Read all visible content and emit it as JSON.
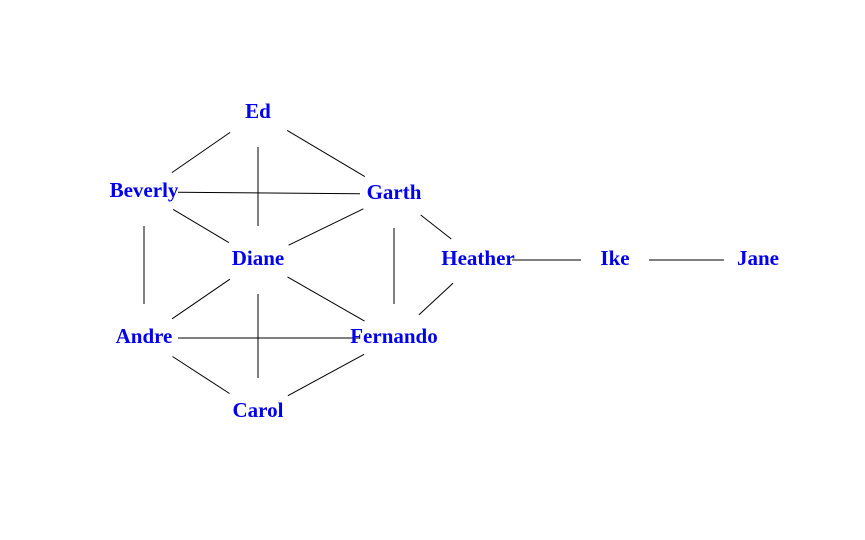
{
  "diagram": {
    "type": "network",
    "label_color": "#0000ee",
    "edge_color": "#000000",
    "nodes": [
      {
        "id": "ed",
        "label": "Ed"
      },
      {
        "id": "beverly",
        "label": "Beverly"
      },
      {
        "id": "garth",
        "label": "Garth"
      },
      {
        "id": "diane",
        "label": "Diane"
      },
      {
        "id": "heather",
        "label": "Heather"
      },
      {
        "id": "ike",
        "label": "Ike"
      },
      {
        "id": "jane",
        "label": "Jane"
      },
      {
        "id": "andre",
        "label": "Andre"
      },
      {
        "id": "fernando",
        "label": "Fernando"
      },
      {
        "id": "carol",
        "label": "Carol"
      }
    ],
    "edges": [
      [
        "ed",
        "beverly"
      ],
      [
        "ed",
        "garth"
      ],
      [
        "ed",
        "diane"
      ],
      [
        "beverly",
        "garth"
      ],
      [
        "beverly",
        "diane"
      ],
      [
        "beverly",
        "andre"
      ],
      [
        "garth",
        "diane"
      ],
      [
        "garth",
        "heather"
      ],
      [
        "garth",
        "fernando"
      ],
      [
        "diane",
        "andre"
      ],
      [
        "diane",
        "fernando"
      ],
      [
        "diane",
        "carol"
      ],
      [
        "andre",
        "fernando"
      ],
      [
        "andre",
        "carol"
      ],
      [
        "fernando",
        "carol"
      ],
      [
        "fernando",
        "heather"
      ],
      [
        "heather",
        "ike"
      ],
      [
        "ike",
        "jane"
      ]
    ]
  }
}
